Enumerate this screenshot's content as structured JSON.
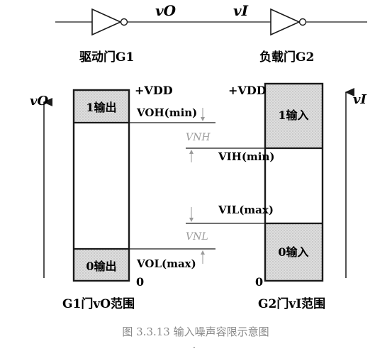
{
  "top": {
    "vo_label": "vO",
    "vi_label": "vI",
    "driver_label": "驱动门G1",
    "load_label": "负载门G2"
  },
  "left_range": {
    "axis_label": "vO",
    "vdd": "+VDD",
    "high_box": "1输出",
    "low_box": "0输出",
    "voh": "VOH(min)",
    "vol": "VOL(max)",
    "zero": "0",
    "caption": "G1门vO范围"
  },
  "right_range": {
    "axis_label": "vI",
    "vdd": "+VDD",
    "high_box": "1输入",
    "low_box": "0输入",
    "vih": "VIH(min)",
    "vil": "VIL(max)",
    "zero": "0",
    "caption": "G2门vI范围"
  },
  "margins": {
    "vnh": "VNH",
    "vnl": "VNL"
  },
  "figure_caption": "图 3.3.13    输入噪声容限示意图",
  "colors": {
    "ink": "#1a1a1a",
    "box_fill": "#d9d9d9",
    "margin_gray": "#9a9a9a",
    "caption_gray": "#8a8a8a"
  }
}
